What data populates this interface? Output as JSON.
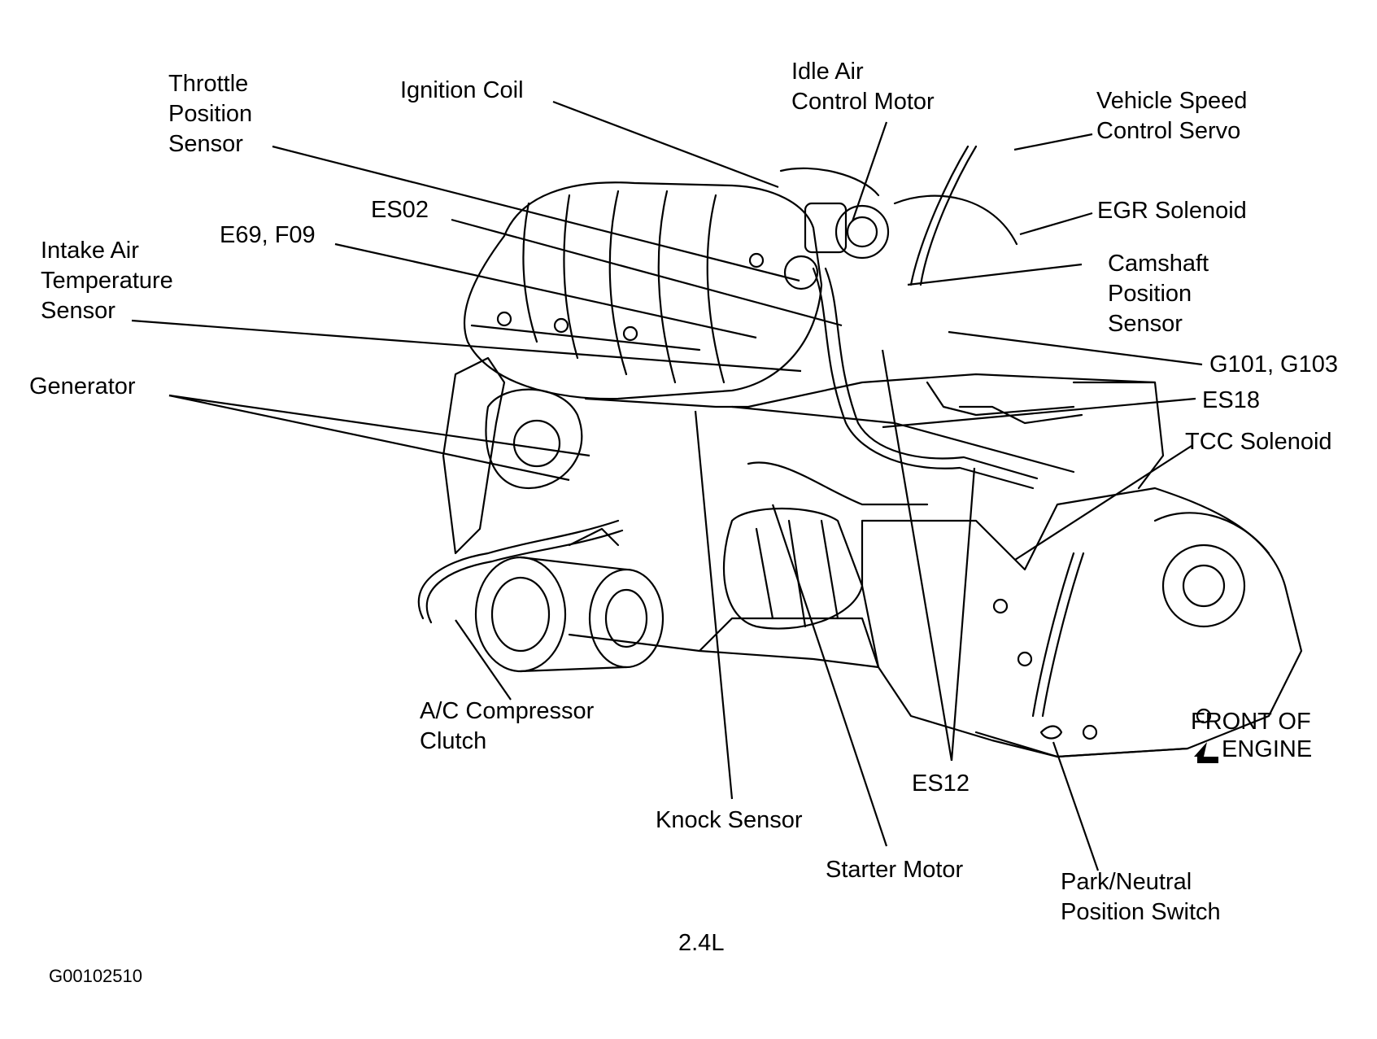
{
  "labels": {
    "throttle_position_sensor": [
      "Throttle",
      "Position",
      "Sensor"
    ],
    "ignition_coil": [
      "Ignition Coil"
    ],
    "idle_air_control_motor": [
      "Idle Air",
      "Control Motor"
    ],
    "vehicle_speed_control_servo": [
      "Vehicle Speed",
      "Control Servo"
    ],
    "egr_solenoid": [
      "EGR Solenoid"
    ],
    "camshaft_position_sensor": [
      "Camshaft",
      "Position",
      "Sensor"
    ],
    "g101_g103": [
      "G101, G103"
    ],
    "es18": [
      "ES18"
    ],
    "tcc_solenoid": [
      "TCC Solenoid"
    ],
    "es02": [
      "ES02"
    ],
    "e69_f09": [
      "E69, F09"
    ],
    "intake_air_temperature_sensor": [
      "Intake Air",
      "Temperature",
      "Sensor"
    ],
    "generator": [
      "Generator"
    ],
    "ac_compressor_clutch": [
      "A/C Compressor",
      "Clutch"
    ],
    "knock_sensor": [
      "Knock Sensor"
    ],
    "starter_motor": [
      "Starter Motor"
    ],
    "es12": [
      "ES12"
    ],
    "park_neutral_position_switch": [
      "Park/Neutral",
      "Position Switch"
    ],
    "front_of_engine": [
      "FRONT OF",
      "ENGINE"
    ]
  },
  "engine_size": "2.4L",
  "figure_id": "G00102510"
}
